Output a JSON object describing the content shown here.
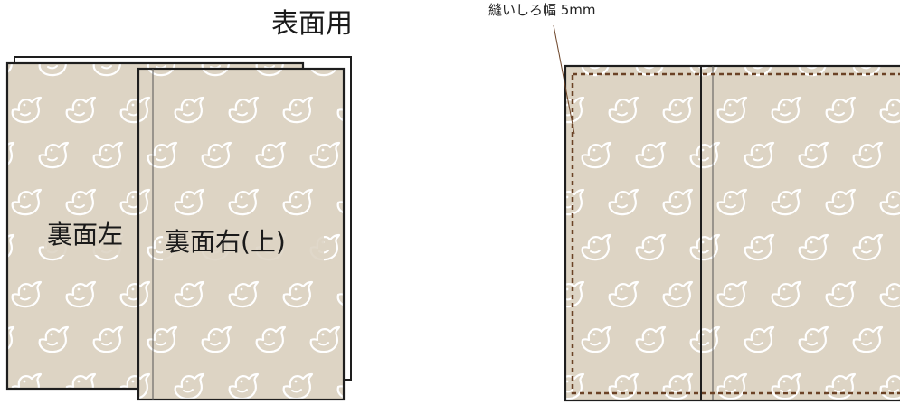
{
  "labels": {
    "front_use": "表面用",
    "back_left": "裏面左",
    "back_right_top": "裏面右(上)",
    "seam_allowance": "縫いしろ幅 5mm"
  },
  "colors": {
    "fabric": "#DDD4C4",
    "bird_stroke": "#FFFFFF",
    "outline": "#1E1E1E",
    "seam_line": "#6B4226"
  },
  "pattern_icon": "bird-icon"
}
